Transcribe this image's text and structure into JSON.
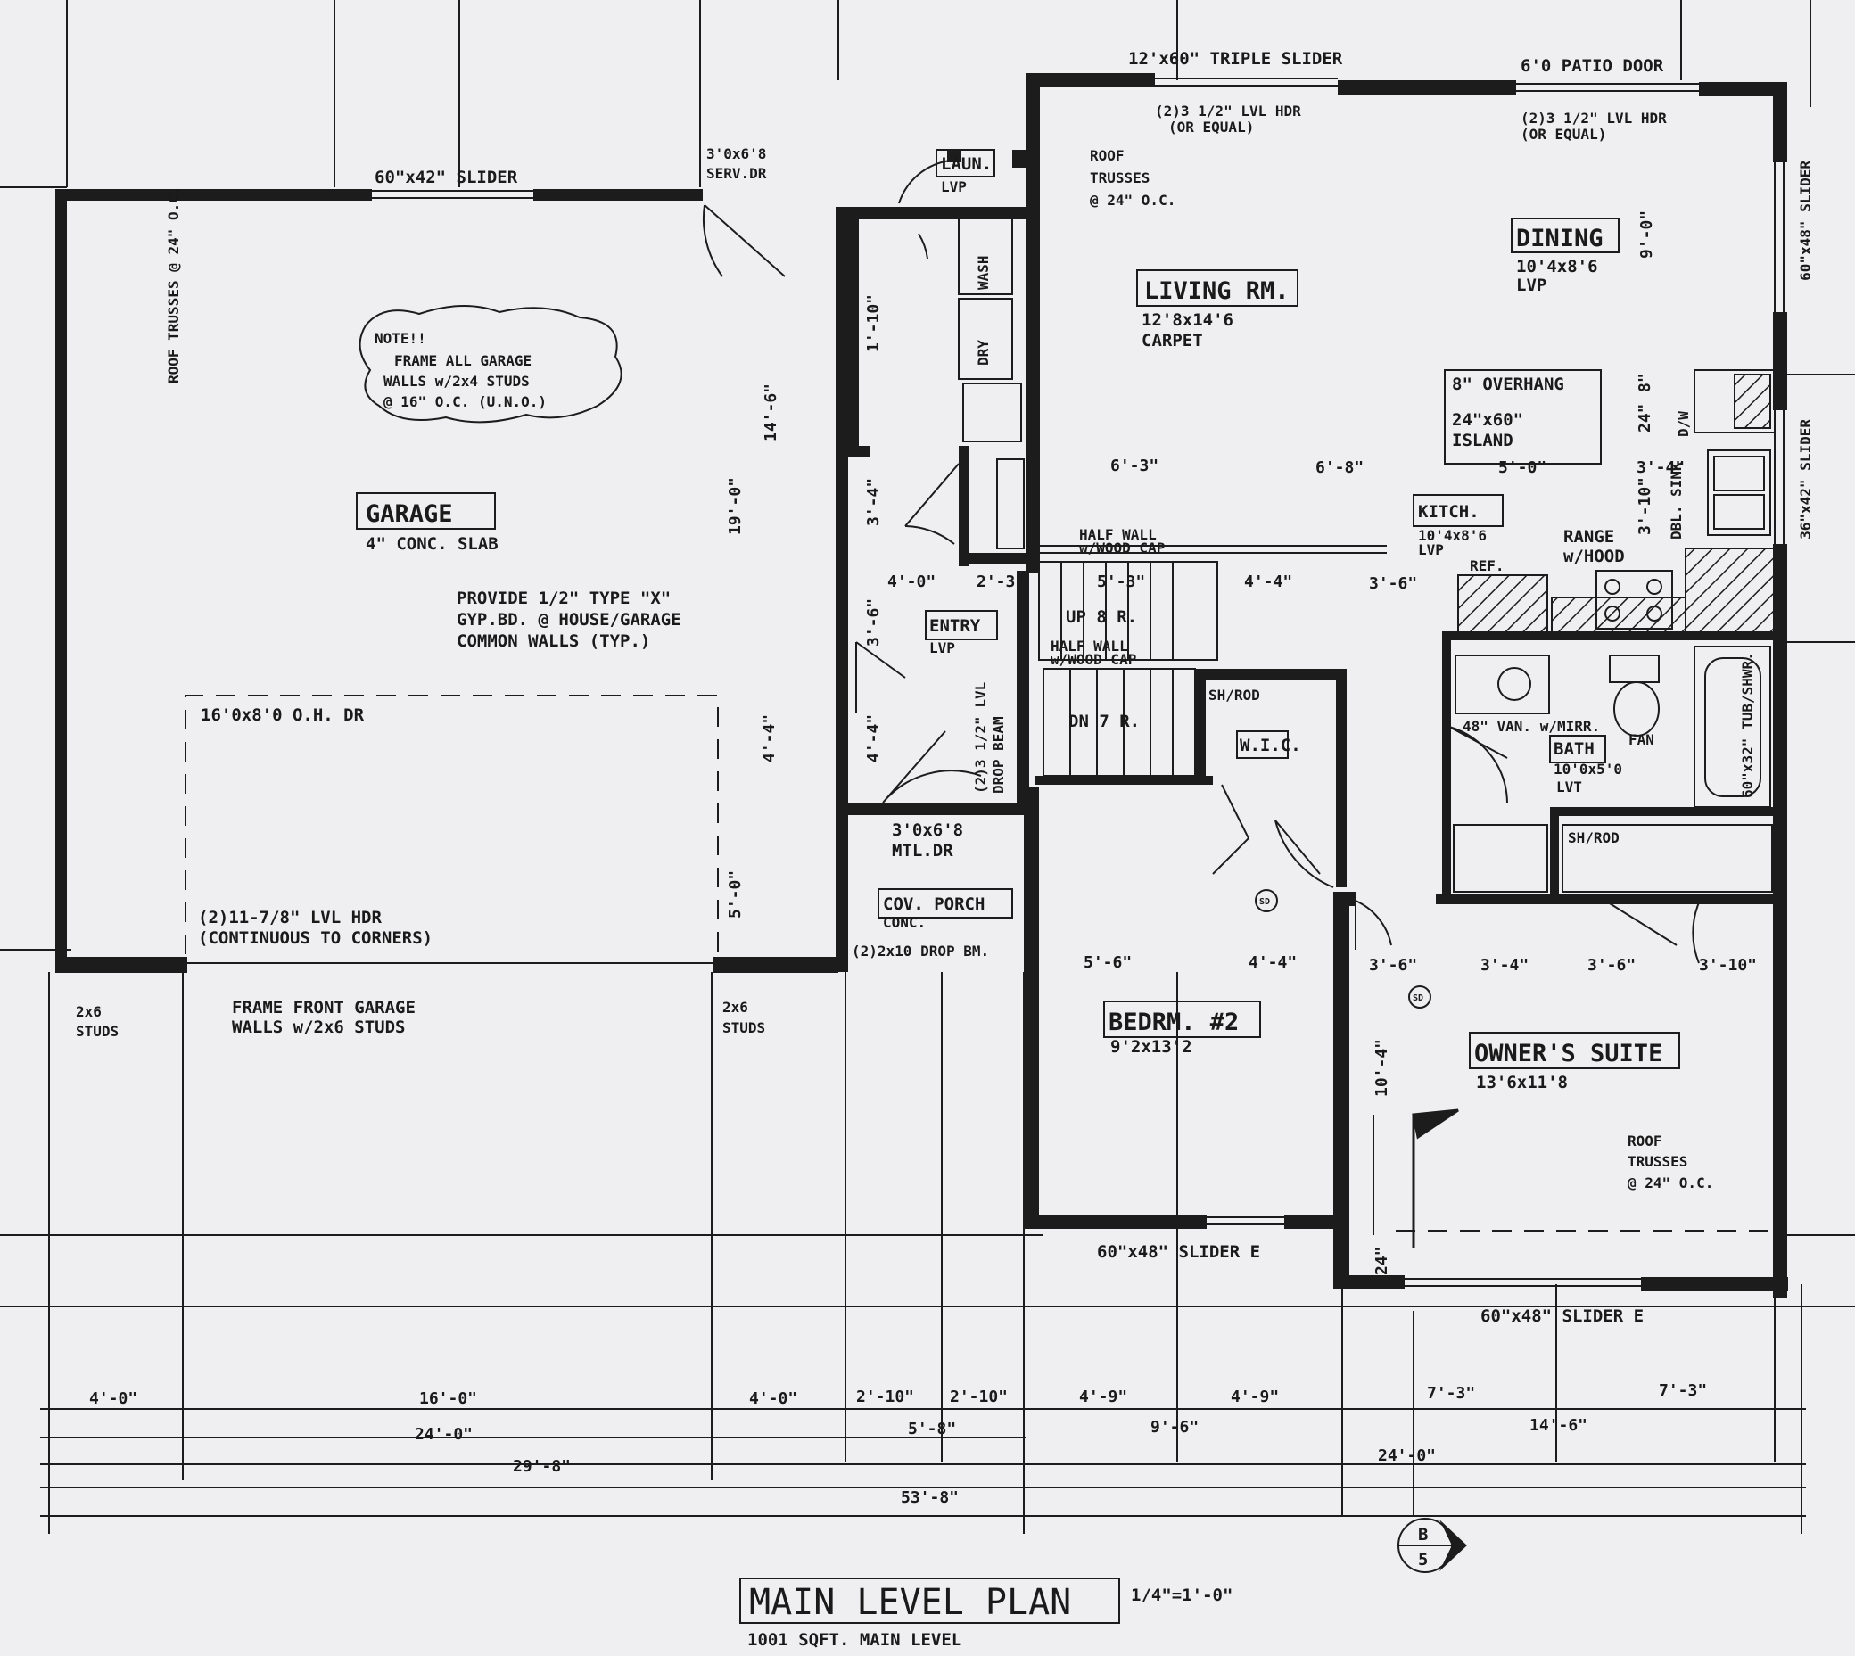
{
  "rooms": {
    "garage": {
      "name": "GARAGE",
      "sub": "4\" CONC. SLAB"
    },
    "living": {
      "name": "LIVING RM.",
      "size": "12'8x14'6",
      "floor": "CARPET"
    },
    "dining": {
      "name": "DINING",
      "size": "10'4x8'6",
      "floor": "LVP"
    },
    "kitchen": {
      "name": "KITCH.",
      "size": "10'4x8'6",
      "floor": "LVP"
    },
    "laundry": {
      "name": "LAUN.",
      "floor": "LVP"
    },
    "entry": {
      "name": "ENTRY",
      "floor": "LVP"
    },
    "porch": {
      "name": "COV. PORCH",
      "floor": "CONC."
    },
    "bedroom2": {
      "name": "BEDRM. #2",
      "size": "9'2x13'2"
    },
    "owners": {
      "name": "OWNER'S SUITE",
      "size": "13'6x11'8"
    },
    "bath": {
      "name": "BATH",
      "size": "10'0x5'0",
      "floor": "LVT"
    },
    "wic": {
      "name": "W.I.C."
    }
  },
  "windows": {
    "triple_slider": "12'x60\" TRIPLE SLIDER",
    "patio_door": "6'0 PATIO DOOR",
    "garage_slider": "60\"x42\" SLIDER",
    "serv_door": "3'0x6'8",
    "serv_door2": "SERV.DR",
    "right_slider_1": "60\"x48\" SLIDER",
    "right_slider_2": "36\"x42\" SLIDER",
    "bed_slider": "60\"x48\" SLIDER E",
    "owner_slider": "60\"x48\" SLIDER E",
    "oh_door": "16'0x8'0 O.H. DR",
    "mtl_dr_1": "3'0x6'8",
    "mtl_dr_2": "MTL.DR"
  },
  "notes": {
    "hdr1_a": "(2)3 1/2\" LVL HDR",
    "hdr1_b": "(OR EQUAL)",
    "hdr2_a": "(2)3 1/2\" LVL HDR",
    "hdr2_b": "(OR EQUAL)",
    "trusses_a": "ROOF",
    "trusses_b": "TRUSSES",
    "trusses_c": "@ 24\" O.C.",
    "garage_trusses": "ROOF TRUSSES @ 24\" O.C.",
    "note_1": "NOTE!!",
    "note_2": "FRAME ALL GARAGE",
    "note_3": "WALLS w/2x4 STUDS",
    "note_4": "@ 16\" O.C. (U.N.O.)",
    "gyp_1": "PROVIDE 1/2\" TYPE \"X\"",
    "gyp_2": "GYP.BD. @ HOUSE/GARAGE",
    "gyp_3": "COMMON WALLS (TYP.)",
    "lvl_1": "(2)11-7/8\" LVL HDR",
    "lvl_2": "(CONTINUOUS TO CORNERS)",
    "studs_a": "2x6",
    "studs_b": "STUDS",
    "frame_1": "FRAME FRONT GARAGE",
    "frame_2": "WALLS w/2x6 STUDS",
    "drop_bm": "(2)2x10 DROP BM.",
    "overhang": "8\" OVERHANG",
    "island_1": "24\"x60\"",
    "island_2": "ISLAND",
    "range_1": "RANGE",
    "range_2": "w/HOOD",
    "ref": "REF.",
    "half_wall_1": "HALF WALL",
    "half_wall_2": "w/WOOD CAP",
    "up": "UP 8 R.",
    "dn": "DN 7 R.",
    "sh_rod": "SH/ROD",
    "van": "48\" VAN. w/MIRR.",
    "fan": "FAN",
    "tub": "60\"x32\" TUB/SHWR.",
    "dbl_sink": "DBL. SINK",
    "dw": "D/W",
    "wash": "WASH",
    "dry": "DRY",
    "lvl_drop_1": "(2)3 1/2\" LVL",
    "lvl_drop_2": "DROP BEAM",
    "sd": "SD"
  },
  "dims": {
    "bottom_1": [
      "4'-0\"",
      "16'-0\"",
      "4'-0\"",
      "2'-10\"",
      "2'-10\"",
      "4'-9\"",
      "4'-9\"",
      "7'-3\"",
      "7'-3\""
    ],
    "bottom_2": [
      "24'-0\"",
      "5'-8\"",
      "9'-6\"",
      "14'-6\""
    ],
    "bottom_3": [
      "29'-8\"",
      "24'-0\""
    ],
    "bottom_4": "53'-8\"",
    "interior": {
      "d63": "6'-3\"",
      "d68": "6'-8\"",
      "d50": "5'-0\"",
      "d34a": "3'-4\"",
      "d40": "4'-0\"",
      "d23": "2'-3\"",
      "d53": "5'-3\"",
      "d44": "4'-4\"",
      "d36": "3'-6\"",
      "d56": "5'-6\"",
      "d44b": "4'-4\"",
      "d36b": "3'-6\"",
      "d34b": "3'-4\"",
      "d36c": "3'-6\"",
      "d310": "3'-10\"",
      "v146": "14'-6\"",
      "v190": "19'-0\"",
      "v110": "1'-10\"",
      "v34": "3'-4\"",
      "v36": "3'-6\"",
      "v44a": "4'-4\"",
      "v44b": "4'-4\"",
      "v50": "5'-0\"",
      "v90": "9'-0\"",
      "v8": "8\"",
      "v24a": "24\"",
      "v310": "3'-10\"",
      "v104": "10'-4\"",
      "v24b": "24\""
    }
  },
  "title": {
    "main": "MAIN LEVEL PLAN",
    "scale": "1/4\"=1'-0\"",
    "sub": "1001 SQFT. MAIN LEVEL"
  },
  "section_marker": {
    "top": "B",
    "bottom": "5"
  }
}
